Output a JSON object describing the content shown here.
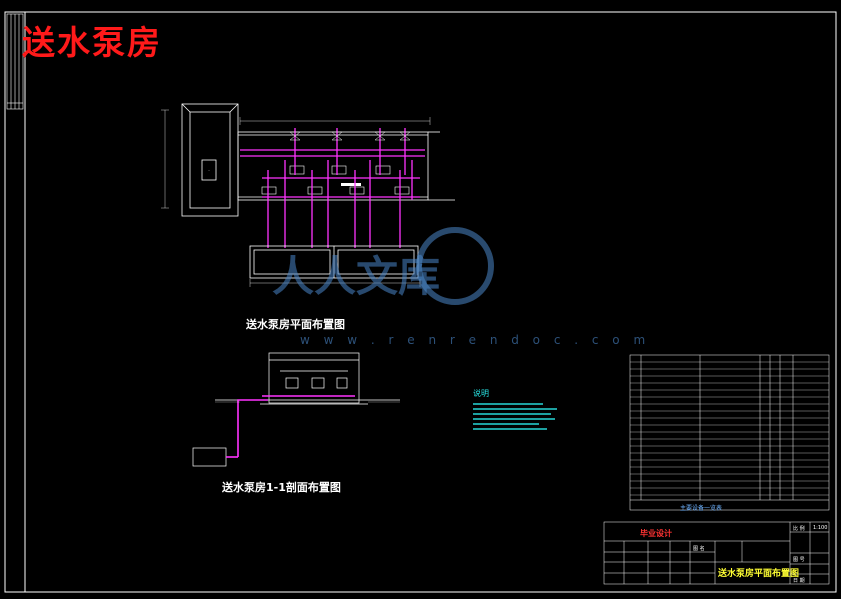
{
  "drawing": {
    "main_title": "送水泵房",
    "plan_caption": "送水泵房平面布置图",
    "section_caption": "送水泵房1-1剖面布置图"
  },
  "notes": {
    "heading": "说明"
  },
  "watermark": {
    "text": "人人文库",
    "url": "w w w . r e n r e n d o c . c o m"
  },
  "title_block": {
    "school": "毕业设计",
    "drawing_name": "送水泵房平面布置图",
    "scale_label": "比 例",
    "scale_value": "1:100",
    "sheet_label": "图 号",
    "date_label": "日 期",
    "name_label": "图 名"
  },
  "parts_list": {
    "title": "主要设备一览表"
  },
  "colors": {
    "background": "#000000",
    "frame": "#ffffff",
    "pipe": "#ff33ff",
    "title": "#ff1a1a",
    "notes": "#29e6e6",
    "watermark": "#4a86c8"
  }
}
